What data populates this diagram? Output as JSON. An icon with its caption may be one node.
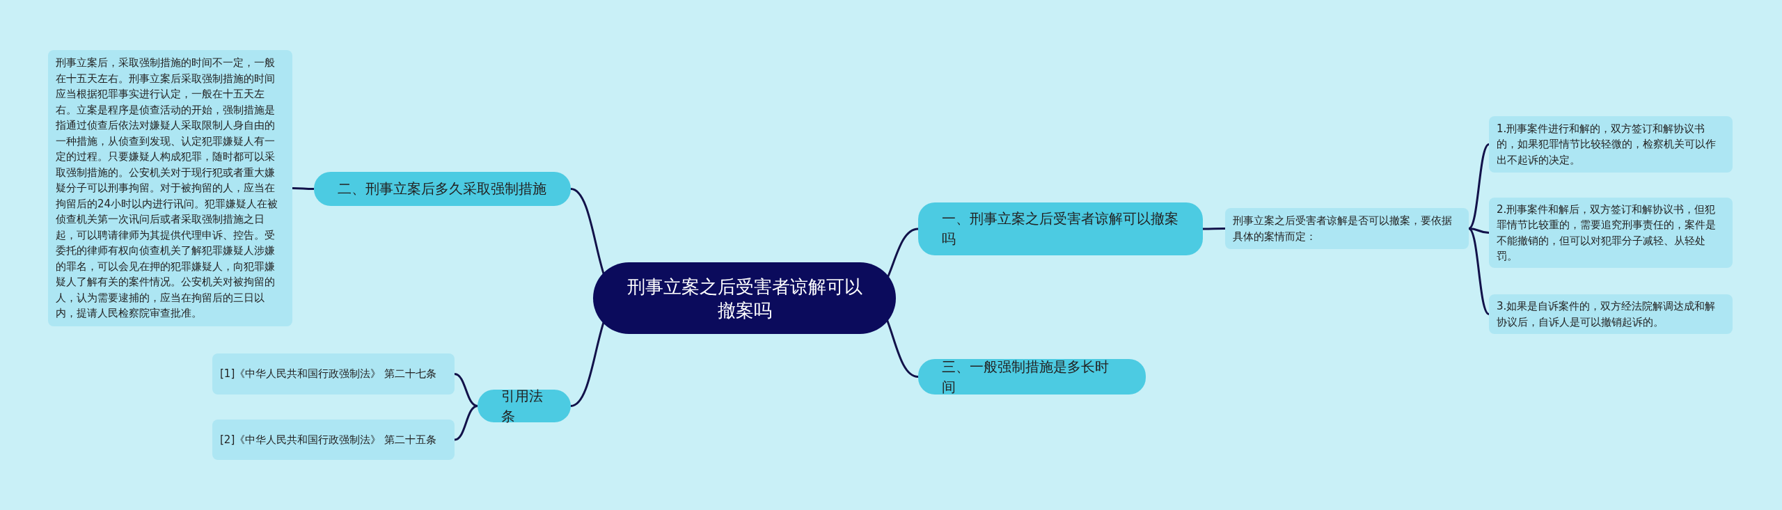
{
  "diagram": {
    "nodes": [
      {
        "text": [
          "刑事立案之后受害者谅解可以撤案吗"
        ]
      },
      {
        "text": [
          "一、刑事立案之后受害者谅解可以撤案吗"
        ]
      },
      {
        "text": [
          "刑事立案之后受害者谅解是否可以撤案，要依据具体的案情而定："
        ]
      },
      {
        "text": [
          "1.刑事案件进行和解的，双方签订和解协议书的，如果犯罪情节比较轻微的，检察机关可以作出不起诉的决定。"
        ]
      },
      {
        "text": [
          "2.刑事案件和解后，双方签订和解协议书，但犯罪情节比较重的，需要追究刑事责任的，案件是不能撤销的，但可以对犯罪分子减轻、从轻处罚。"
        ]
      },
      {
        "text": [
          "3.如果是自诉案件的，双方经法院解调达成和解协议后，自诉人是可以撤销起诉的。"
        ]
      },
      {
        "text": [
          "三、一般强制措施是多长时间"
        ]
      },
      {
        "text": [
          "二、刑事立案后多久采取强制措施"
        ]
      },
      {
        "text": [
          "刑事立案后，采取强制措施的时间不一定，一般在十五天左右。刑事立案后采取强制措施的时间应当根据犯罪事实进行认定，一般在十五天左右。立案是程序是侦查活动的开始，强制措施是指通过侦查后依法对嫌疑人采取限制人身自由的一种措施，从侦查到发现、认定犯罪嫌疑人有一定的过程。只要嫌疑人构成犯罪，随时都可以采取强制措施的。公安机关对于现行犯或者重大嫌疑分子可以刑事拘留。对于被拘留的人，应当在拘留后的24小时以内进行讯问。犯罪嫌疑人在被侦查机关第一次讯问后或者采取强制措施之日起，可以聘请律师为其提供代理申诉、控告。受委托的律师有权向侦查机关了解犯罪嫌疑人涉嫌的罪名，可以会见在押的犯罪嫌疑人，向犯罪嫌疑人了解有关的案件情况。公安机关对被拘留的人，认为需要逮捕的，应当在拘留后的三日以内，提请人民检察院审查批准。"
        ]
      },
      {
        "text": [
          "引用法条"
        ]
      },
      {
        "text": [
          "[1]《中华人民共和国行政强制法》 第二十七条"
        ]
      },
      {
        "text": [
          "[2]《中华人民共和国行政强制法》 第二十五条"
        ]
      }
    ],
    "edges": [
      {
        "from": 0,
        "to": 1,
        "arrow": "none"
      },
      {
        "from": 1,
        "to": 2,
        "arrow": "none"
      },
      {
        "from": 2,
        "to": 3,
        "arrow": "none"
      },
      {
        "from": 2,
        "to": 4,
        "arrow": "none"
      },
      {
        "from": 2,
        "to": 5,
        "arrow": "none"
      },
      {
        "from": 0,
        "to": 6,
        "arrow": "none"
      },
      {
        "from": 0,
        "to": 7,
        "arrow": "none"
      },
      {
        "from": 7,
        "to": 8,
        "arrow": "none"
      },
      {
        "from": 0,
        "to": 9,
        "arrow": "none"
      },
      {
        "from": 9,
        "to": 10,
        "arrow": "none"
      },
      {
        "from": 9,
        "to": 11,
        "arrow": "none"
      }
    ]
  }
}
